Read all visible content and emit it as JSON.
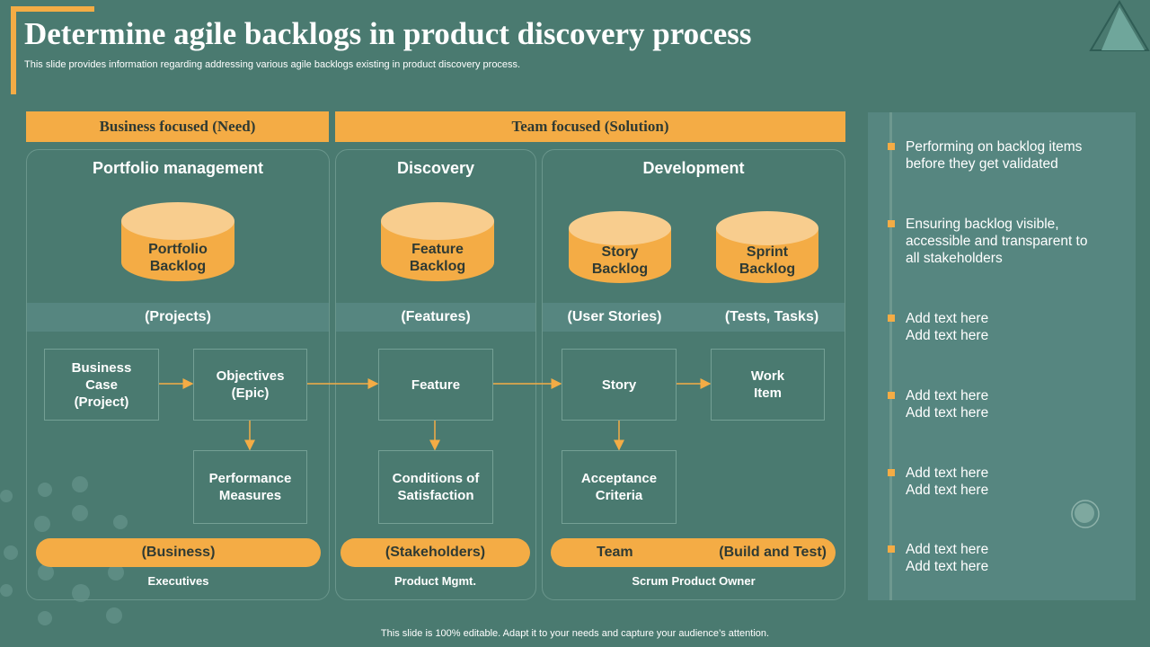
{
  "header": {
    "title": "Determine agile backlogs in product discovery process",
    "subtitle": "This slide provides information regarding addressing various agile backlogs existing in product discovery process."
  },
  "banners": {
    "business": "Business focused (Need)",
    "team": "Team focused (Solution)"
  },
  "columns": {
    "portfolio": {
      "heading": "Portfolio management",
      "backlog": "Portfolio\nBacklog",
      "band": "(Projects)"
    },
    "discovery": {
      "heading": "Discovery",
      "backlog": "Feature\nBacklog",
      "band": "(Features)"
    },
    "development": {
      "heading": "Development",
      "story_backlog": "Story\nBacklog",
      "sprint_backlog": "Sprint\nBacklog",
      "band_left": "(User Stories)",
      "band_right": "(Tests, Tasks)"
    }
  },
  "boxes": {
    "business_case": "Business\nCase\n(Project)",
    "objectives": "Objectives\n(Epic)",
    "performance": "Performance\nMeasures",
    "feature": "Feature",
    "conditions": "Conditions of\nSatisfaction",
    "story": "Story",
    "work_item": "Work\nItem",
    "acceptance": "Acceptance\nCriteria"
  },
  "pills": {
    "business": "(Business)",
    "stakeholders": "(Stakeholders)",
    "team": "Team",
    "build_test": "(Build and Test)"
  },
  "pill_footers": {
    "executives": "Executives",
    "product_mgmt": "Product Mgmt.",
    "scrum": "Scrum Product Owner"
  },
  "side_bullets": [
    "Performing on backlog items\nbefore they get validated",
    "Ensuring backlog visible,\naccessible and transparent to\nall stakeholders",
    "Add text here\nAdd text here",
    "Add text here\nAdd text here",
    "Add text here\nAdd text here",
    "Add text here\nAdd text here"
  ],
  "footer": "This slide is 100% editable. Adapt it to your needs and capture your audience’s attention.",
  "colors": {
    "background": "#4a7a70",
    "accent": "#f4ac45",
    "cylinder_top": "#f8cd8e",
    "dark_text": "#2f3a33"
  }
}
